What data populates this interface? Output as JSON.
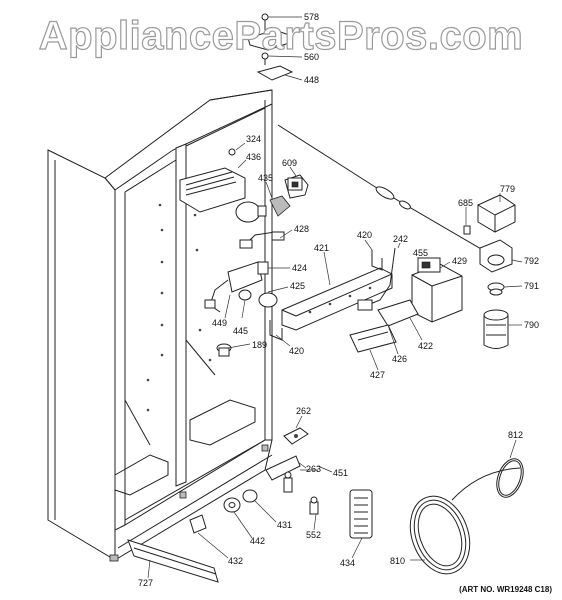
{
  "watermark": "AppliancePartsPros.com",
  "art_number": "(ART NO. WR19248 C18)",
  "callouts": [
    {
      "id": "578",
      "text": "578"
    },
    {
      "id": "560",
      "text": "560"
    },
    {
      "id": "448",
      "text": "448"
    },
    {
      "id": "324",
      "text": "324"
    },
    {
      "id": "436",
      "text": "436"
    },
    {
      "id": "609",
      "text": "609"
    },
    {
      "id": "435",
      "text": "435"
    },
    {
      "id": "779",
      "text": "779"
    },
    {
      "id": "685",
      "text": "685"
    },
    {
      "id": "792",
      "text": "792"
    },
    {
      "id": "791",
      "text": "791"
    },
    {
      "id": "790",
      "text": "790"
    },
    {
      "id": "428",
      "text": "428"
    },
    {
      "id": "420a",
      "text": "420"
    },
    {
      "id": "242",
      "text": "242"
    },
    {
      "id": "455",
      "text": "455"
    },
    {
      "id": "429",
      "text": "429"
    },
    {
      "id": "421",
      "text": "421"
    },
    {
      "id": "424",
      "text": "424"
    },
    {
      "id": "425",
      "text": "425"
    },
    {
      "id": "449",
      "text": "449"
    },
    {
      "id": "445",
      "text": "445"
    },
    {
      "id": "189",
      "text": "189"
    },
    {
      "id": "420b",
      "text": "420"
    },
    {
      "id": "422",
      "text": "422"
    },
    {
      "id": "426",
      "text": "426"
    },
    {
      "id": "427",
      "text": "427"
    },
    {
      "id": "262",
      "text": "262"
    },
    {
      "id": "263",
      "text": "263"
    },
    {
      "id": "451",
      "text": "451"
    },
    {
      "id": "812",
      "text": "812"
    },
    {
      "id": "431",
      "text": "431"
    },
    {
      "id": "442",
      "text": "442"
    },
    {
      "id": "552",
      "text": "552"
    },
    {
      "id": "432",
      "text": "432"
    },
    {
      "id": "434",
      "text": "434"
    },
    {
      "id": "810",
      "text": "810"
    },
    {
      "id": "727",
      "text": "727"
    }
  ]
}
